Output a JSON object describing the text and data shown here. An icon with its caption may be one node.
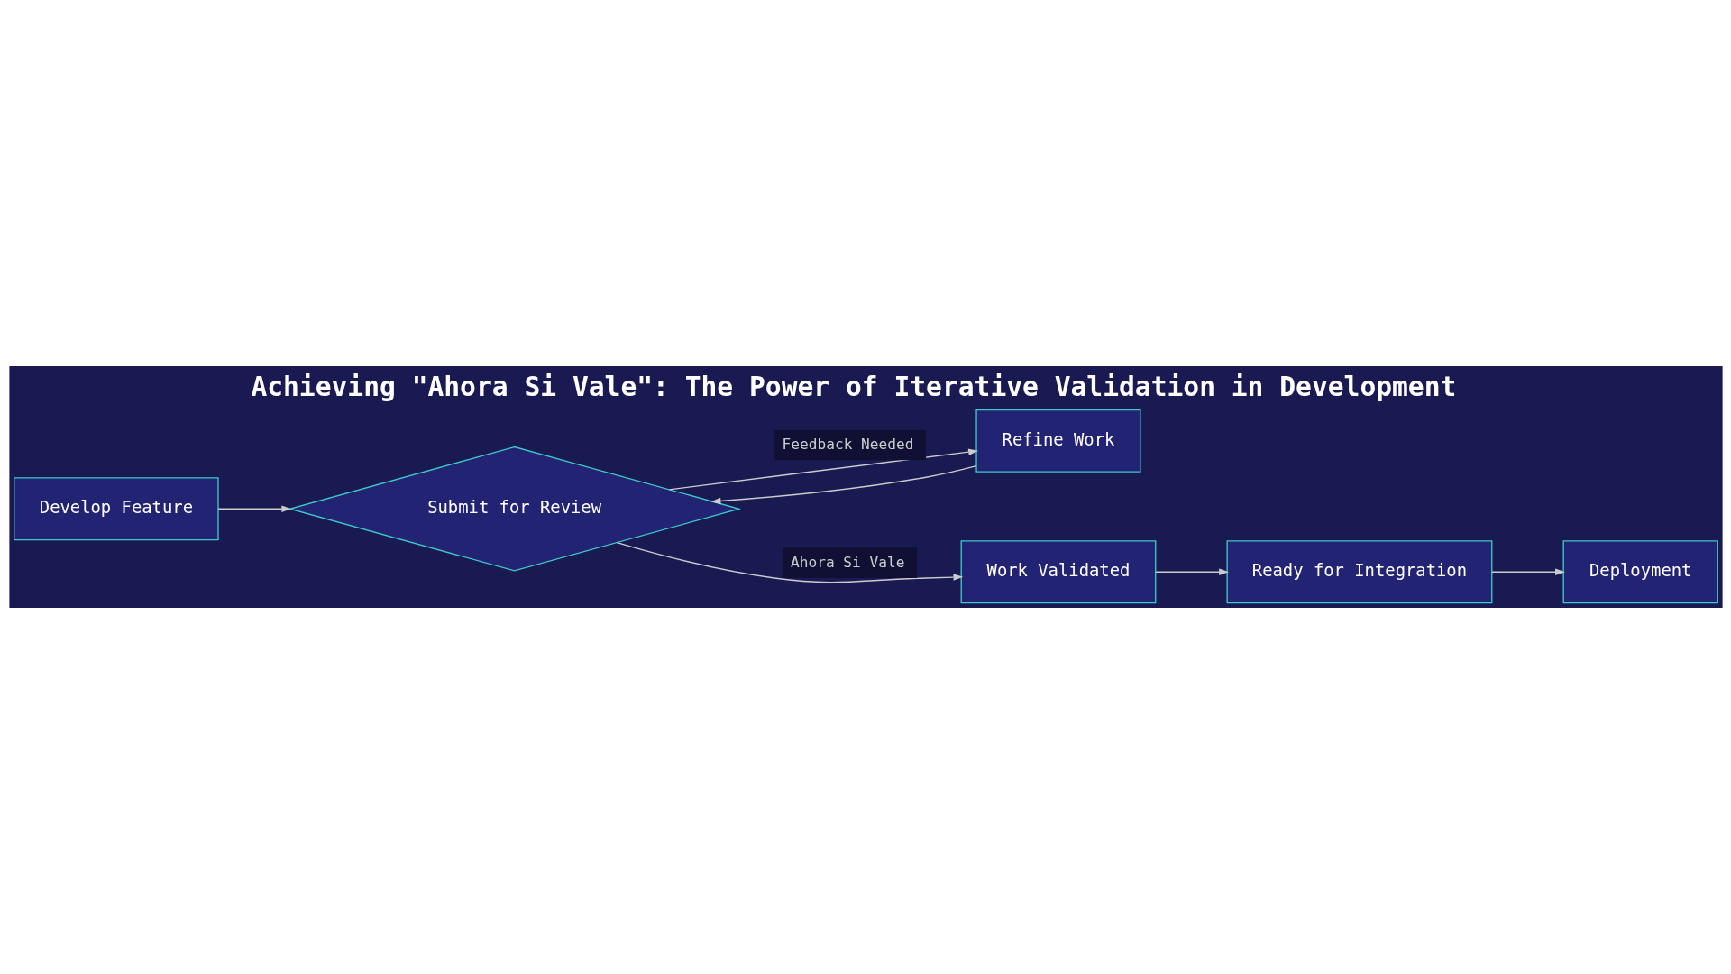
{
  "diagram": {
    "title": "Achieving \"Ahora Si Vale\": The Power of Iterative Validation in Development",
    "nodes": [
      {
        "text": [
          "Develop Feature"
        ]
      },
      {
        "text": [
          "Submit for Review"
        ]
      },
      {
        "text": [
          "Refine Work"
        ]
      },
      {
        "text": [
          "Work Validated"
        ]
      },
      {
        "text": [
          "Ready for Integration"
        ]
      },
      {
        "text": [
          "Deployment"
        ]
      }
    ],
    "edges": [
      {
        "from": 0,
        "to": 1,
        "arrow": "to"
      },
      {
        "from": 1,
        "to": 2,
        "arrow": "to",
        "label": "Feedback Needed"
      },
      {
        "from": 2,
        "to": 1,
        "arrow": "to"
      },
      {
        "from": 1,
        "to": 3,
        "arrow": "to",
        "label": "Ahora Si Vale"
      },
      {
        "from": 3,
        "to": 4,
        "arrow": "to"
      },
      {
        "from": 4,
        "to": 5,
        "arrow": "to"
      }
    ]
  }
}
